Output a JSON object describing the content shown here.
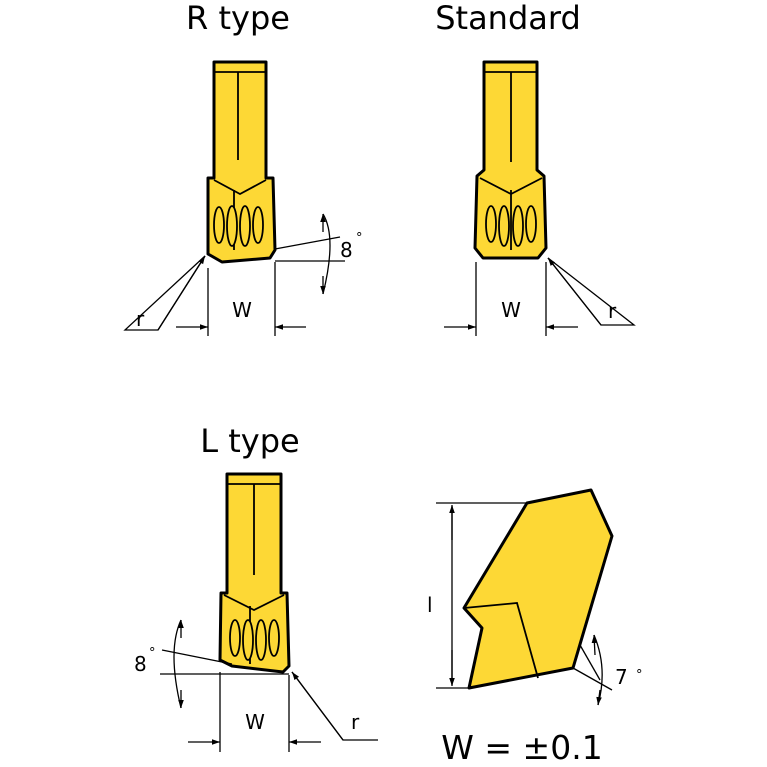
{
  "titles": {
    "r_type": "R type",
    "standard": "Standard",
    "l_type": "L type"
  },
  "labels": {
    "r_type": {
      "width": "W",
      "radius": "r",
      "angle": "8",
      "angle_unit": "°"
    },
    "standard": {
      "width": "W",
      "radius": "r"
    },
    "l_type": {
      "width": "W",
      "radius": "r",
      "angle": "8",
      "angle_unit": "°"
    },
    "insert": {
      "length": "l",
      "angle": "7",
      "angle_unit": "°"
    }
  },
  "formula": "W = ±0.1",
  "colors": {
    "insert_fill": "#fdd835",
    "outline": "#000000"
  }
}
